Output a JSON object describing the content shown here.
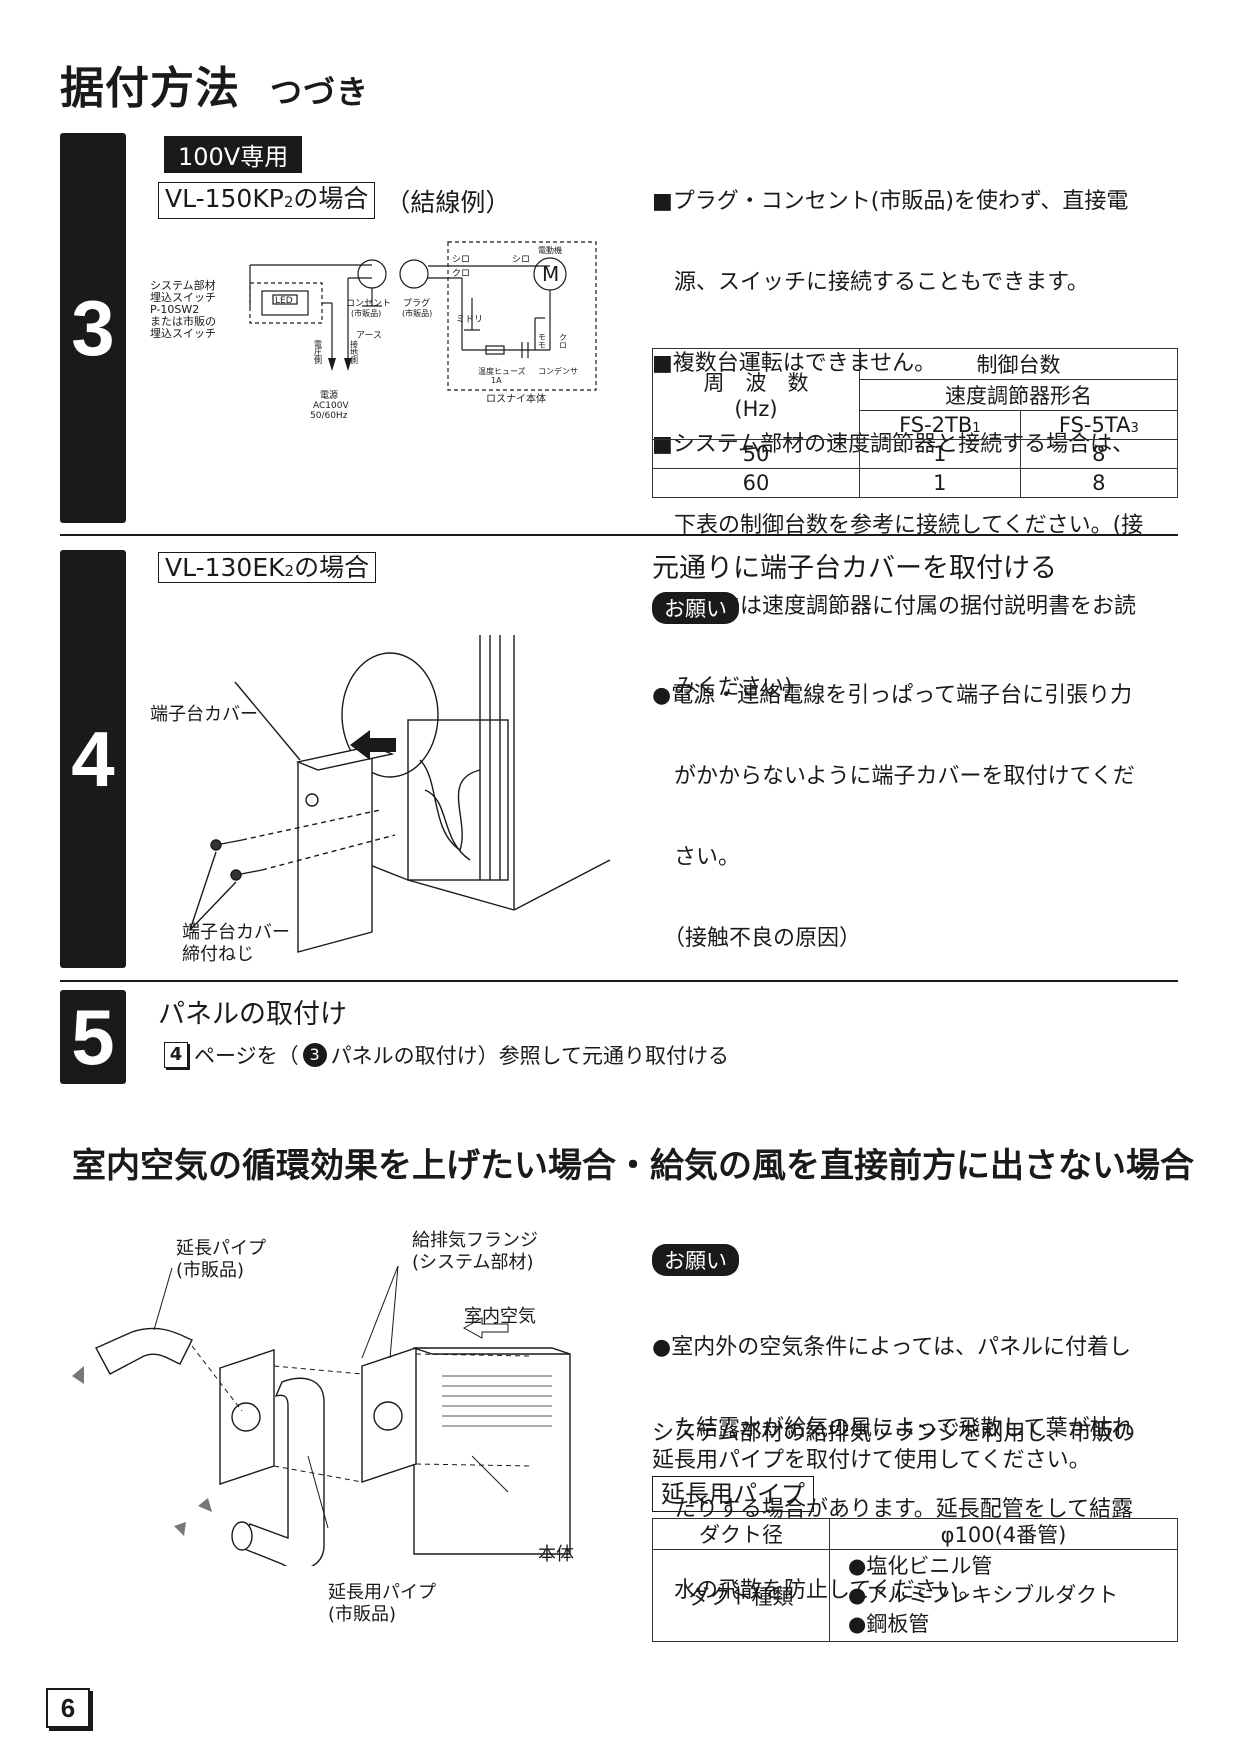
{
  "header": {
    "title": "据付方法",
    "subtitle": "つづき"
  },
  "page_number": "6",
  "step3": {
    "number": "3",
    "tag": "100V専用",
    "model_main": "VL-150KP",
    "model_sub": "2",
    "model_suffix": "の場合",
    "wiring_note": "（結線例）",
    "diagram": {
      "switch_label_1": "システム部材",
      "switch_label_2": "埋込スイッチ",
      "switch_label_3": "P-10SW2",
      "switch_label_4": "または市販の",
      "switch_label_5": "埋込スイッチ",
      "led": "LED",
      "outlet": "コンセント",
      "outlet_sub": "(市販品)",
      "plug": "プラグ",
      "plug_sub": "(市販品)",
      "earth": "アース",
      "voltage_side": "電圧側",
      "ground_side": "接地側",
      "power": "電源",
      "power_v": "AC100V",
      "power_hz": "50/60Hz",
      "shiro1": "シロ",
      "kuro1": "クロ",
      "shiro2": "シロ",
      "motor_label": "電動機",
      "motor": "M",
      "midori": "ミドリ",
      "momo": "モモ",
      "kuro2": "クロ",
      "fuse": "温度ヒューズ",
      "fuse_a": "1A",
      "capacitor": "コンデンサ",
      "body": "ロスナイ本体"
    },
    "notes": [
      "■プラグ・コンセント(市販品)を使わず、直接電",
      "　源、スイッチに接続することもできます。",
      "■複数台運転はできません。",
      "■システム部材の速度調節器と接続する場合は、",
      "　下表の制御台数を参考に接続してください。(接",
      "　続方法は速度調節器に付属の据付説明書をお読",
      "　みください)"
    ],
    "table": {
      "freq_label": "周　波　数",
      "freq_unit": "(Hz)",
      "control_count": "制御台数",
      "model_name": "速度調節器形名",
      "col1": "FS-2TB",
      "col1_sub": "1",
      "col2": "FS-5TA",
      "col2_sub": "3",
      "rows": [
        {
          "hz": "50",
          "a": "1",
          "b": "8"
        },
        {
          "hz": "60",
          "a": "1",
          "b": "8"
        }
      ]
    }
  },
  "step4": {
    "number": "4",
    "model_main": "VL-130EK",
    "model_sub": "2",
    "model_suffix": "の場合",
    "label_cover": "端子台カバー",
    "label_screw_1": "端子台カバー",
    "label_screw_2": "締付ねじ",
    "heading": "元通りに端子台カバーを取付ける",
    "onegai": "お願い",
    "notes": [
      "●電源・連絡電線を引っぱって端子台に引張り力",
      "　がかからないように端子カバーを取付けてくだ",
      "　さい。",
      "　（接触不良の原因）"
    ]
  },
  "step5": {
    "number": "5",
    "heading": "パネルの取付け",
    "ref_page": "4",
    "text_a": "ページを（",
    "ref_step": "3",
    "text_b": "パネルの取付け）参照して元通り取付ける"
  },
  "section": {
    "title": "室内空気の循環効果を上げたい場合・給気の風を直接前方に出さない場合",
    "labels": {
      "pipe_top_1": "延長パイプ",
      "pipe_top_2": "(市販品)",
      "flange_1": "給排気フランジ",
      "flange_2": "(システム部材)",
      "room_air": "室内空気",
      "body": "本体",
      "pipe_bottom_1": "延長用パイプ",
      "pipe_bottom_2": "(市販品)"
    },
    "onegai": "お願い",
    "notes": [
      "●室内外の空気条件によっては、パネルに付着し",
      "　た結露水が給気の風によって飛散して葉が枯れ",
      "　たりする場合があります。延長配管をして結露",
      "　水の飛散を防止してください。"
    ],
    "paragraph": [
      "システム部材の給排気フランジを利用し、市販の",
      "延長用パイプを取付けて使用してください。"
    ],
    "pipe_heading": "延長用パイプ",
    "pipe_table": {
      "duct_dia_label": "ダクト径",
      "duct_dia_value": "φ100(4番管)",
      "duct_type_label": "ダクト種類",
      "duct_types": [
        "●塩化ビニル管",
        "●アルミフレキシブルダクト",
        "●鋼板管"
      ]
    }
  }
}
